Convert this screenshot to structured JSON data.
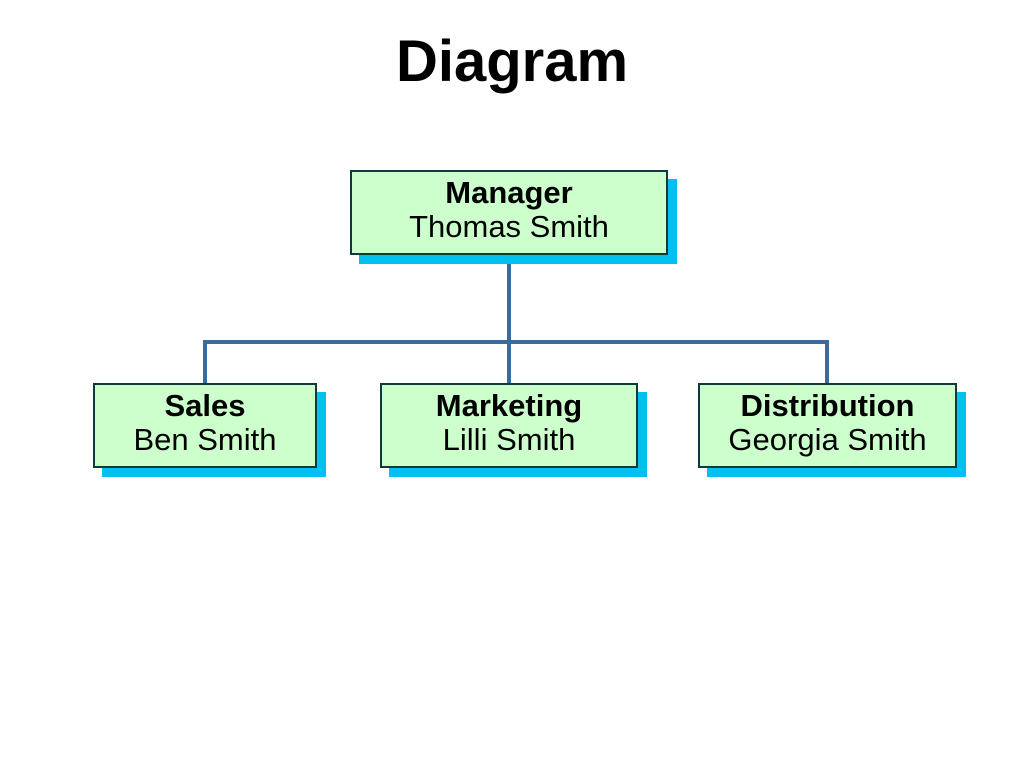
{
  "title": "Diagram",
  "colors": {
    "box_fill": "#ccffcc",
    "box_border": "#0f3a3a",
    "box_shadow": "#00c0f0",
    "connector": "#3a6b9c"
  },
  "org_chart": {
    "root": {
      "role": "Manager",
      "name": "Thomas Smith"
    },
    "children": [
      {
        "role": "Sales",
        "name": "Ben Smith"
      },
      {
        "role": "Marketing",
        "name": "Lilli Smith"
      },
      {
        "role": "Distribution",
        "name": "Georgia Smith"
      }
    ]
  }
}
